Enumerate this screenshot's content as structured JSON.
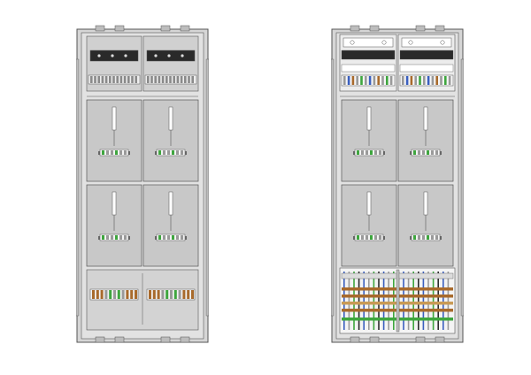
{
  "cabinets": [
    {
      "id": "left",
      "variant": "covered",
      "meter_rows": 2,
      "meter_columns": 2
    },
    {
      "id": "right",
      "variant": "open",
      "meter_rows": 2,
      "meter_columns": 2
    }
  ],
  "colors": {
    "housing": "#d6d6d6",
    "panel": "#c8c8c8",
    "outline": "#555555",
    "busbar_brown": "#a86a2c",
    "terminal_green": "#3ea63e",
    "terminal_blue": "#3a5fbf",
    "terminal_grey": "#9a9a9a"
  }
}
